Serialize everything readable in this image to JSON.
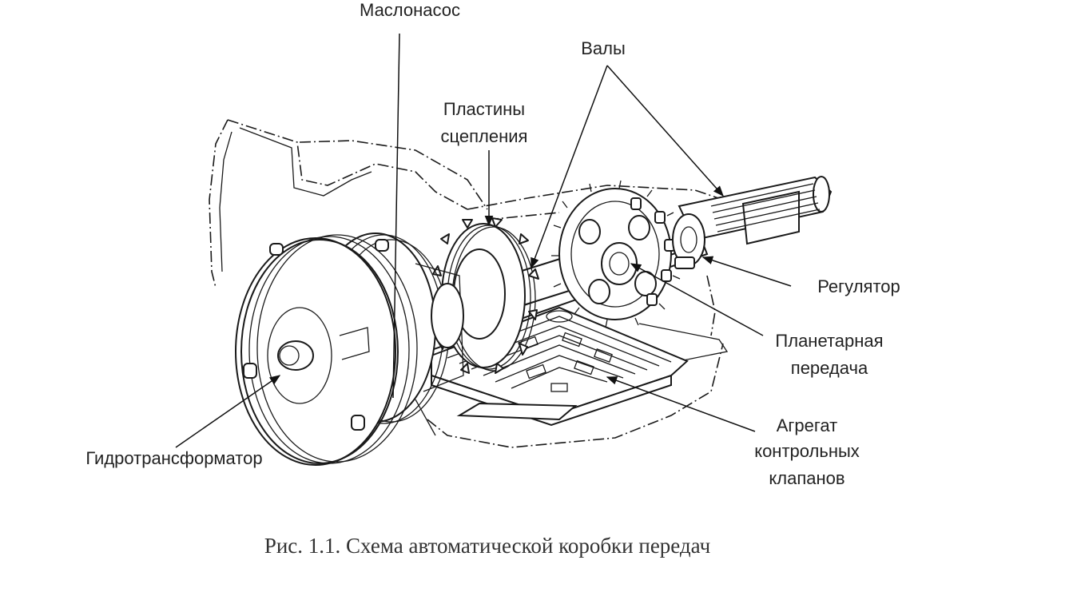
{
  "labels": {
    "oil_pump": "Маслонасос",
    "shafts": "Валы",
    "clutch_plates_line1": "Пластины",
    "clutch_plates_line2": "сцепления",
    "governor": "Регулятор",
    "planetary_line1": "Планетарная",
    "planetary_line2": "передача",
    "valve_body_line1": "Агрегат",
    "valve_body_line2": "контрольных",
    "valve_body_line3": "клапанов",
    "torque_converter": "Гидротрансформатор"
  },
  "caption": "Рис. 1.1. Схема автоматической коробки передач"
}
